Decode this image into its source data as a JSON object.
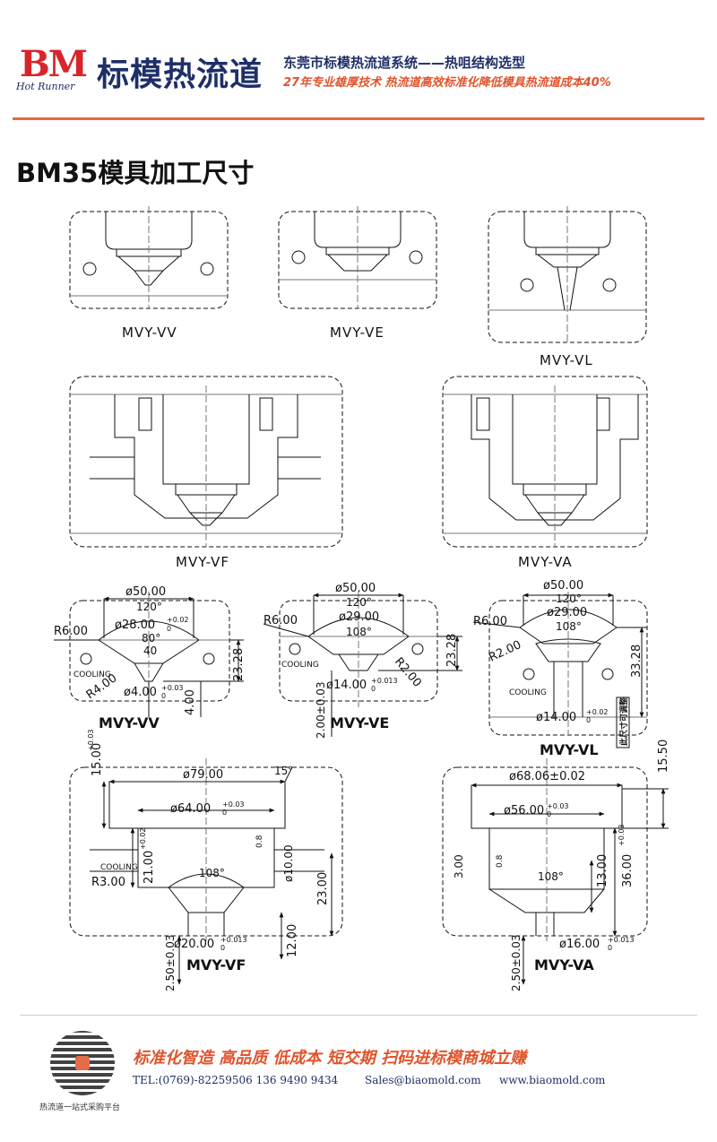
{
  "header": {
    "logo_letters": "BM",
    "logo_sub": "Hot Runner",
    "brand": "标模热流道",
    "company": "东莞市标模热流道系统——热咀结构选型",
    "tagline": "27年专业雄厚技术 热流道高效标准化降低模具热流道成本40%"
  },
  "page_title": "BM35模具加工尺寸",
  "diagrams": {
    "row1": [
      "MVY-VV",
      "MVY-VE",
      "MVY-VL"
    ],
    "row2": [
      "MVY-VF",
      "MVY-VA"
    ],
    "dim_vv": {
      "label": "MVY-VV",
      "d1": "ø50.00",
      "ang": "120°",
      "d2": "ø28.00",
      "tol_d2": "+0.02",
      "tol_d2b": "0",
      "ang2": "80°",
      "w": "40",
      "r1": "R6.00",
      "r2": "R4.00",
      "cooling": "COOLING",
      "d3": "ø4.00",
      "tol_d3": "+0.03",
      "tol_d3b": "0",
      "h": "23.28",
      "h2": "4.00"
    },
    "dim_ve": {
      "label": "MVY-VE",
      "d1": "ø50.00",
      "ang": "120°",
      "d2": "ø29.00",
      "ang2": "108°",
      "r1": "R6.00",
      "r2": "R2.00",
      "cooling": "COOLING",
      "d3": "ø14.00",
      "tol_d3": "+0.013",
      "tol_d3b": "0",
      "h": "23.28",
      "h2": "2.00±0.03"
    },
    "dim_vl": {
      "label": "MVY-VL",
      "d1": "ø50.00",
      "ang": "120°",
      "d2": "ø29.00",
      "ang2": "108°",
      "r1": "R6.00",
      "r2": "R2.00",
      "cooling": "COOLING",
      "d3": "ø14.00",
      "tol_d3": "+0.02",
      "tol_d3b": "0",
      "h": "33.28",
      "note": "此尺寸可调整"
    },
    "dim_vf": {
      "label": "MVY-VF",
      "h_top": "15.00",
      "tol_h_top": "+0.03",
      "tol_h_top_b": "0",
      "d1": "ø79.00",
      "ang": "15°",
      "d2": "ø64.00",
      "tol_d2": "+0.03",
      "tol_d2b": "0",
      "h1": "21.00",
      "tol_h1": "+0.02",
      "tol_h1b": "0",
      "cooling": "COOLING",
      "r": "R3.00",
      "ang2": "108°",
      "d3": "ø10.00",
      "h2": "23.00",
      "d4": "ø20.00",
      "tol_d4": "+0.013",
      "tol_d4b": "0",
      "h3": "2.50±0.03",
      "h4": "12.00",
      "rough": "0.8"
    },
    "dim_va": {
      "label": "MVY-VA",
      "d1": "ø68.06±0.02",
      "h_top": "15.50",
      "d2": "ø56.00",
      "tol_d2": "+0.03",
      "tol_d2b": "0",
      "h1": "36.00",
      "tol_h1": "+0.03",
      "tol_h1b": "0",
      "h2": "13.00",
      "h3": "3.00",
      "ang2": "108°",
      "d3": "ø16.00",
      "tol_d3": "+0.013",
      "tol_d3b": "0",
      "h4": "2.50±0.03",
      "rough": "0.8"
    }
  },
  "footer": {
    "slogan": "标准化智造 高品质 低成本 短交期 扫码进标模商城立赚",
    "tel": "TEL:(0769)-82259506 136 9490 9434",
    "email": "Sales@biaomold.com",
    "website": "www.biaomold.com",
    "qr_caption": "热流道一站式采购平台"
  },
  "colors": {
    "brand_blue": "#1e2f68",
    "accent_orange": "#e0532b",
    "logo_red": "#d9252a"
  }
}
